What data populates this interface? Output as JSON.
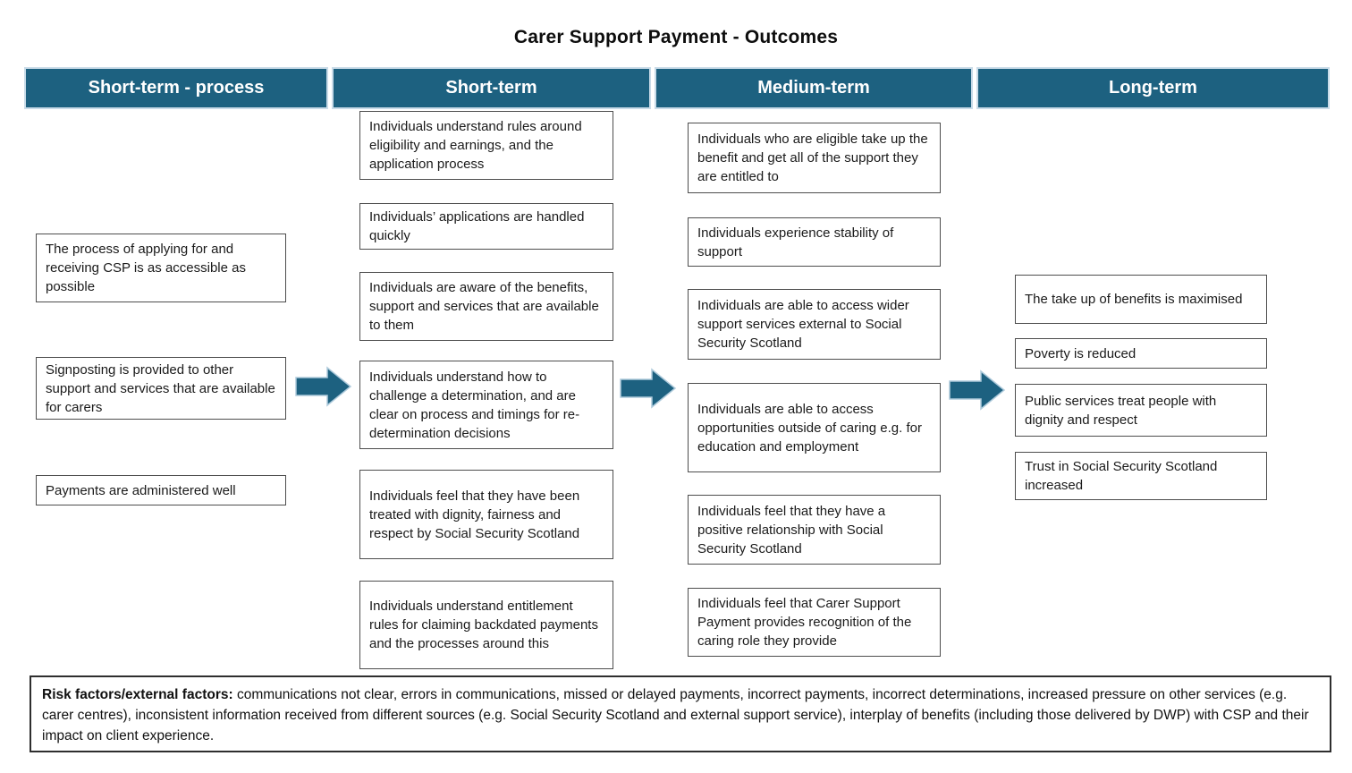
{
  "title": "Carer Support Payment - Outcomes",
  "colors": {
    "header_bg": "#1D6180",
    "arrow_fill": "#1D6180",
    "arrow_stroke": "#AECADB"
  },
  "columns": [
    {
      "header": "Short-term - process",
      "boxes": [
        "The process of applying for and receiving CSP is as accessible as possible",
        "Signposting is provided to other support and services that are available for carers",
        "Payments are administered well"
      ]
    },
    {
      "header": "Short-term",
      "boxes": [
        "Individuals understand rules around eligibility and earnings, and the application process",
        "Individuals’ applications are handled quickly",
        "Individuals are aware of the benefits, support and services that are available to them",
        "Individuals understand how to challenge a determination, and are clear on process and timings for re-determination decisions",
        "Individuals feel that they have been treated with dignity, fairness and respect by Social Security Scotland",
        "Individuals understand entitlement rules for claiming backdated payments and the processes around this"
      ]
    },
    {
      "header": "Medium-term",
      "boxes": [
        "Individuals who are eligible take up the benefit and get all of the support they are entitled to",
        "Individuals experience stability of support",
        "Individuals are able to access wider support services external to Social Security Scotland",
        "Individuals are able to access opportunities outside of caring e.g. for education and employment",
        "Individuals feel that they have a positive relationship with Social Security Scotland",
        "Individuals feel that Carer Support Payment provides recognition of the caring role they provide"
      ]
    },
    {
      "header": "Long-term",
      "boxes": [
        "The take up of benefits is maximised",
        "Poverty is reduced",
        "Public services treat people with dignity and respect",
        "Trust in Social Security Scotland increased"
      ]
    }
  ],
  "risk_note": {
    "label": "Risk factors/external factors:",
    "text": " communications not clear, errors in communications, missed or delayed payments, incorrect payments, incorrect determinations, increased pressure on other services (e.g. carer centres), inconsistent information received from different sources (e.g. Social Security Scotland and external support service), interplay of benefits (including those delivered by DWP) with CSP and their impact on client experience."
  }
}
